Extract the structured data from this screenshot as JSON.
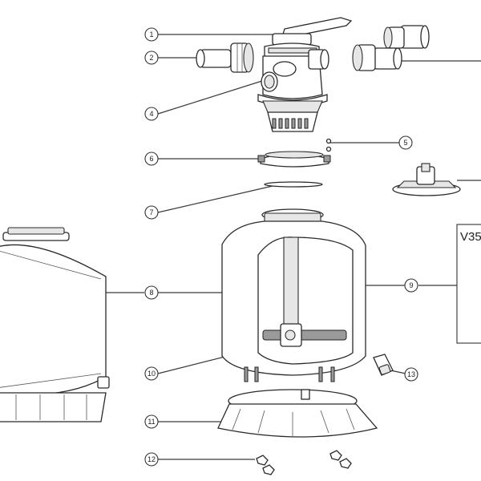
{
  "callouts": [
    {
      "id": "c1",
      "label": "1"
    },
    {
      "id": "c2",
      "label": "2"
    },
    {
      "id": "c4",
      "label": "4"
    },
    {
      "id": "c5",
      "label": "5"
    },
    {
      "id": "c6",
      "label": "6"
    },
    {
      "id": "c7",
      "label": "7"
    },
    {
      "id": "c8",
      "label": "8"
    },
    {
      "id": "c9",
      "label": "9"
    },
    {
      "id": "c10",
      "label": "10"
    },
    {
      "id": "c11",
      "label": "11"
    },
    {
      "id": "c12",
      "label": "12"
    },
    {
      "id": "c13",
      "label": "13"
    }
  ],
  "model_box": {
    "label": "V35"
  }
}
